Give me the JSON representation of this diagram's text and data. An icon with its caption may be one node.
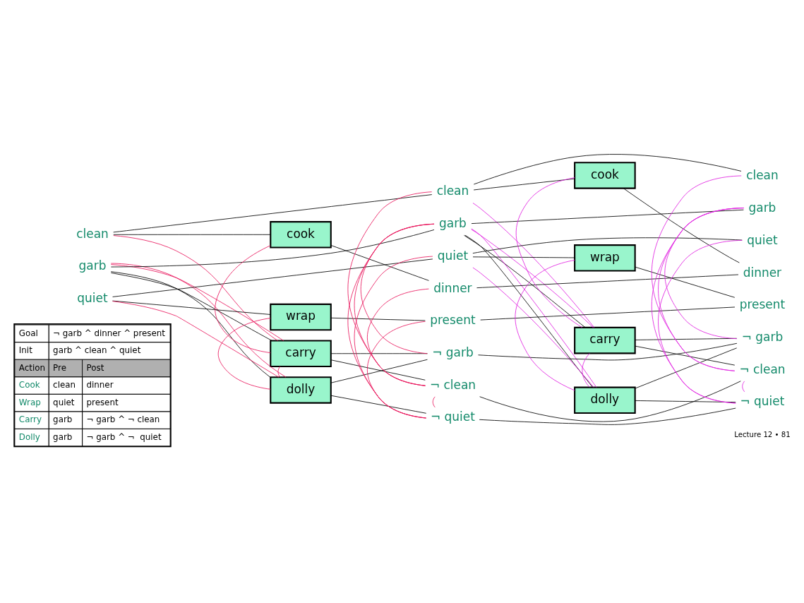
{
  "diagram": {
    "nodes": [
      {
        "text": [
          "clean"
        ]
      },
      {
        "text": [
          "garb"
        ]
      },
      {
        "text": [
          "quiet"
        ]
      },
      {
        "text": [
          "cook"
        ]
      },
      {
        "text": [
          "wrap"
        ]
      },
      {
        "text": [
          "carry"
        ]
      },
      {
        "text": [
          "dolly"
        ]
      },
      {
        "text": [
          "clean"
        ]
      },
      {
        "text": [
          "garb"
        ]
      },
      {
        "text": [
          "quiet"
        ]
      },
      {
        "text": [
          "dinner"
        ]
      },
      {
        "text": [
          "present"
        ]
      },
      {
        "text": [
          "¬ garb"
        ]
      },
      {
        "text": [
          "¬ clean"
        ]
      },
      {
        "text": [
          "¬ quiet"
        ]
      },
      {
        "text": [
          "cook"
        ]
      },
      {
        "text": [
          "wrap"
        ]
      },
      {
        "text": [
          "carry"
        ]
      },
      {
        "text": [
          "dolly"
        ]
      },
      {
        "text": [
          "clean"
        ]
      },
      {
        "text": [
          "garb"
        ]
      },
      {
        "text": [
          "quiet"
        ]
      },
      {
        "text": [
          "dinner"
        ]
      },
      {
        "text": [
          "present"
        ]
      },
      {
        "text": [
          "¬ garb"
        ]
      },
      {
        "text": [
          "¬ clean"
        ]
      },
      {
        "text": [
          "¬ quiet"
        ]
      }
    ],
    "edges": [
      {
        "from": 0,
        "to": 3,
        "arrow": "none"
      },
      {
        "from": 1,
        "to": 5,
        "arrow": "none"
      },
      {
        "from": 1,
        "to": 6,
        "arrow": "none"
      },
      {
        "from": 2,
        "to": 4,
        "arrow": "none"
      },
      {
        "from": 0,
        "to": 7,
        "arrow": "none"
      },
      {
        "from": 1,
        "to": 8,
        "arrow": "none"
      },
      {
        "from": 2,
        "to": 9,
        "arrow": "none"
      },
      {
        "from": 3,
        "to": 10,
        "arrow": "none"
      },
      {
        "from": 4,
        "to": 11,
        "arrow": "none"
      },
      {
        "from": 5,
        "to": 12,
        "arrow": "none"
      },
      {
        "from": 5,
        "to": 13,
        "arrow": "none"
      },
      {
        "from": 6,
        "to": 12,
        "arrow": "none"
      },
      {
        "from": 6,
        "to": 14,
        "arrow": "none"
      },
      {
        "from": 0,
        "to": 5,
        "arrow": "none",
        "color": "#e8175d"
      },
      {
        "from": 1,
        "to": 5,
        "arrow": "none",
        "color": "#e8175d"
      },
      {
        "from": 1,
        "to": 6,
        "arrow": "none",
        "color": "#e8175d"
      },
      {
        "from": 2,
        "to": 6,
        "arrow": "none",
        "color": "#e8175d"
      },
      {
        "from": 3,
        "to": 5,
        "arrow": "none",
        "color": "#e8175d"
      },
      {
        "from": 4,
        "to": 6,
        "arrow": "none",
        "color": "#e8175d"
      },
      {
        "from": 5,
        "to": 6,
        "arrow": "none",
        "color": "#e8175d"
      },
      {
        "from": 7,
        "to": 13,
        "arrow": "none",
        "color": "#e8175d"
      },
      {
        "from": 8,
        "to": 12,
        "arrow": "none",
        "color": "#e8175d"
      },
      {
        "from": 8,
        "to": 13,
        "arrow": "none",
        "color": "#e8175d"
      },
      {
        "from": 8,
        "to": 14,
        "arrow": "none",
        "color": "#e8175d"
      },
      {
        "from": 9,
        "to": 14,
        "arrow": "none",
        "color": "#e8175d"
      },
      {
        "from": 10,
        "to": 13,
        "arrow": "none",
        "color": "#e8175d"
      },
      {
        "from": 11,
        "to": 14,
        "arrow": "none",
        "color": "#e8175d"
      },
      {
        "from": 13,
        "to": 14,
        "arrow": "none",
        "color": "#e8175d"
      },
      {
        "from": 7,
        "to": 15,
        "arrow": "none"
      },
      {
        "from": 8,
        "to": 17,
        "arrow": "none"
      },
      {
        "from": 8,
        "to": 18,
        "arrow": "none"
      },
      {
        "from": 9,
        "to": 16,
        "arrow": "none"
      },
      {
        "from": 7,
        "to": 19,
        "arrow": "none"
      },
      {
        "from": 8,
        "to": 20,
        "arrow": "none"
      },
      {
        "from": 9,
        "to": 21,
        "arrow": "none"
      },
      {
        "from": 10,
        "to": 22,
        "arrow": "none"
      },
      {
        "from": 11,
        "to": 23,
        "arrow": "none"
      },
      {
        "from": 12,
        "to": 24,
        "arrow": "none"
      },
      {
        "from": 13,
        "to": 25,
        "arrow": "none"
      },
      {
        "from": 14,
        "to": 26,
        "arrow": "none"
      },
      {
        "from": 15,
        "to": 22,
        "arrow": "none"
      },
      {
        "from": 16,
        "to": 23,
        "arrow": "none"
      },
      {
        "from": 17,
        "to": 24,
        "arrow": "none"
      },
      {
        "from": 17,
        "to": 25,
        "arrow": "none"
      },
      {
        "from": 18,
        "to": 24,
        "arrow": "none"
      },
      {
        "from": 18,
        "to": 26,
        "arrow": "none"
      },
      {
        "from": 7,
        "to": 17,
        "arrow": "none",
        "color": "#e020e0"
      },
      {
        "from": 8,
        "to": 17,
        "arrow": "none",
        "color": "#e020e0"
      },
      {
        "from": 8,
        "to": 18,
        "arrow": "none",
        "color": "#e020e0"
      },
      {
        "from": 9,
        "to": 18,
        "arrow": "none",
        "color": "#e020e0"
      },
      {
        "from": 15,
        "to": 17,
        "arrow": "none",
        "color": "#e020e0"
      },
      {
        "from": 16,
        "to": 18,
        "arrow": "none",
        "color": "#e020e0"
      },
      {
        "from": 17,
        "to": 18,
        "arrow": "none",
        "color": "#e020e0"
      },
      {
        "from": 19,
        "to": 25,
        "arrow": "none",
        "color": "#e020e0"
      },
      {
        "from": 20,
        "to": 24,
        "arrow": "none",
        "color": "#e020e0"
      },
      {
        "from": 20,
        "to": 25,
        "arrow": "none",
        "color": "#e020e0"
      },
      {
        "from": 20,
        "to": 26,
        "arrow": "none",
        "color": "#e020e0"
      },
      {
        "from": 21,
        "to": 26,
        "arrow": "none",
        "color": "#e020e0"
      },
      {
        "from": 25,
        "to": 26,
        "arrow": "none",
        "color": "#e020e0"
      }
    ],
    "labels": [
      "Goal",
      "¬ garb ^ dinner ^ present",
      "Init",
      "garb ^ clean ^ quiet",
      "Action",
      "Pre",
      "Post",
      "Cook",
      "clean",
      "dinner",
      "Wrap",
      "quiet",
      "present",
      "Carry",
      "garb",
      "¬ garb ^ ¬ clean",
      "Dolly",
      "garb",
      "¬ garb ^ ¬  quiet",
      "Lecture 12 • 81"
    ]
  }
}
